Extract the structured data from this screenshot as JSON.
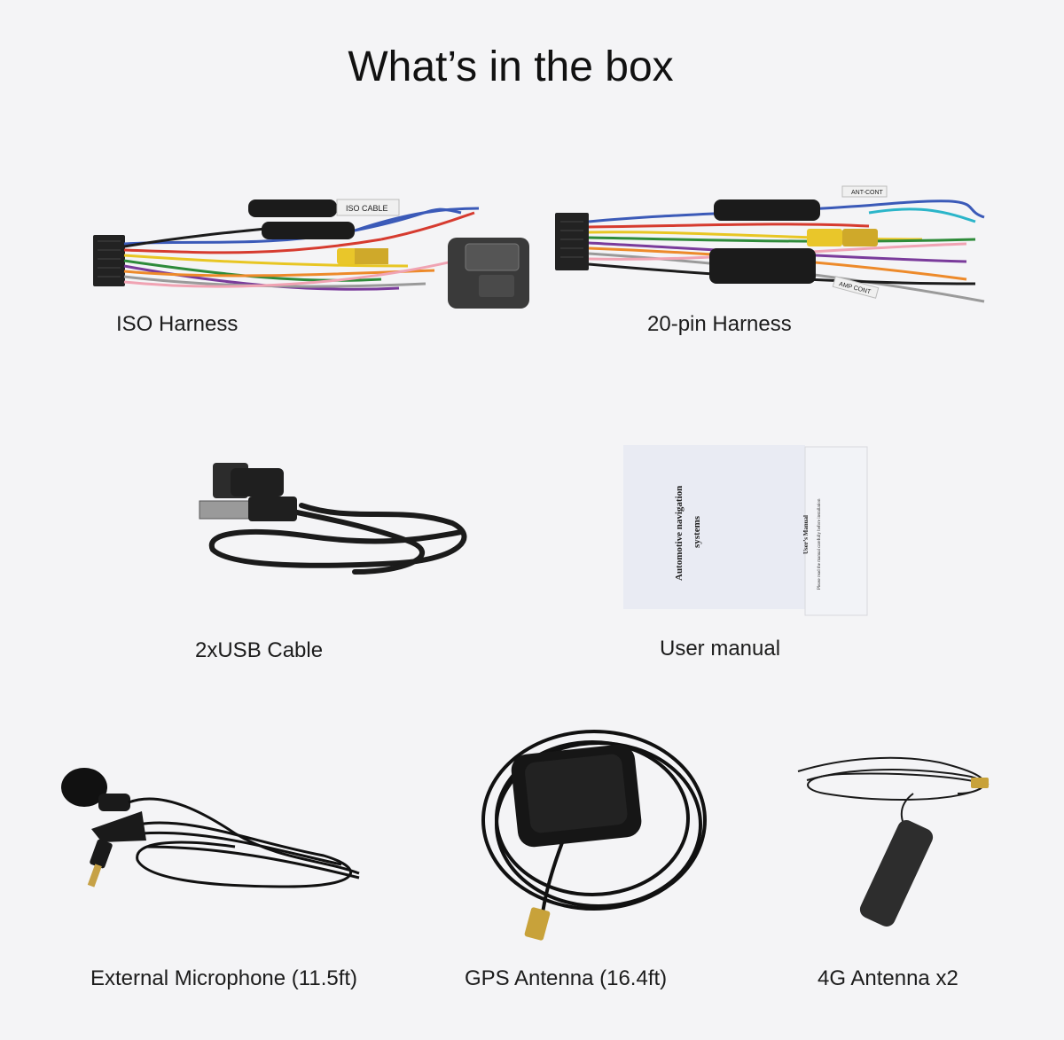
{
  "page": {
    "title": "What’s in the box"
  },
  "items": [
    {
      "name": "iso-harness",
      "caption": "ISO Harness"
    },
    {
      "name": "20pin-harness",
      "caption": "20-pin Harness"
    },
    {
      "name": "usb-cable",
      "caption": "2xUSB Cable"
    },
    {
      "name": "user-manual",
      "caption": "User manual"
    },
    {
      "name": "external-microphone",
      "caption": "External Microphone (11.5ft)"
    },
    {
      "name": "gps-antenna",
      "caption": "GPS Antenna (16.4ft)"
    },
    {
      "name": "4g-antenna",
      "caption": "4G Antenna x2"
    }
  ],
  "manual": {
    "cover_title_line1": "Automotive navigation",
    "cover_title_line2": "systems",
    "spine_line1": "User’s Manual",
    "spine_line2": "Please read the manual carefully before installation"
  },
  "harness_tags": {
    "iso_cable": "ISO CABLE",
    "ant_cont": "ANT-CONT",
    "amp_cont": "AMP CONT"
  },
  "icons": [
    "iso-harness-icon",
    "20pin-harness-icon",
    "usb-cable-icon",
    "manual-icon",
    "microphone-icon",
    "gps-antenna-icon",
    "4g-antenna-icon"
  ]
}
